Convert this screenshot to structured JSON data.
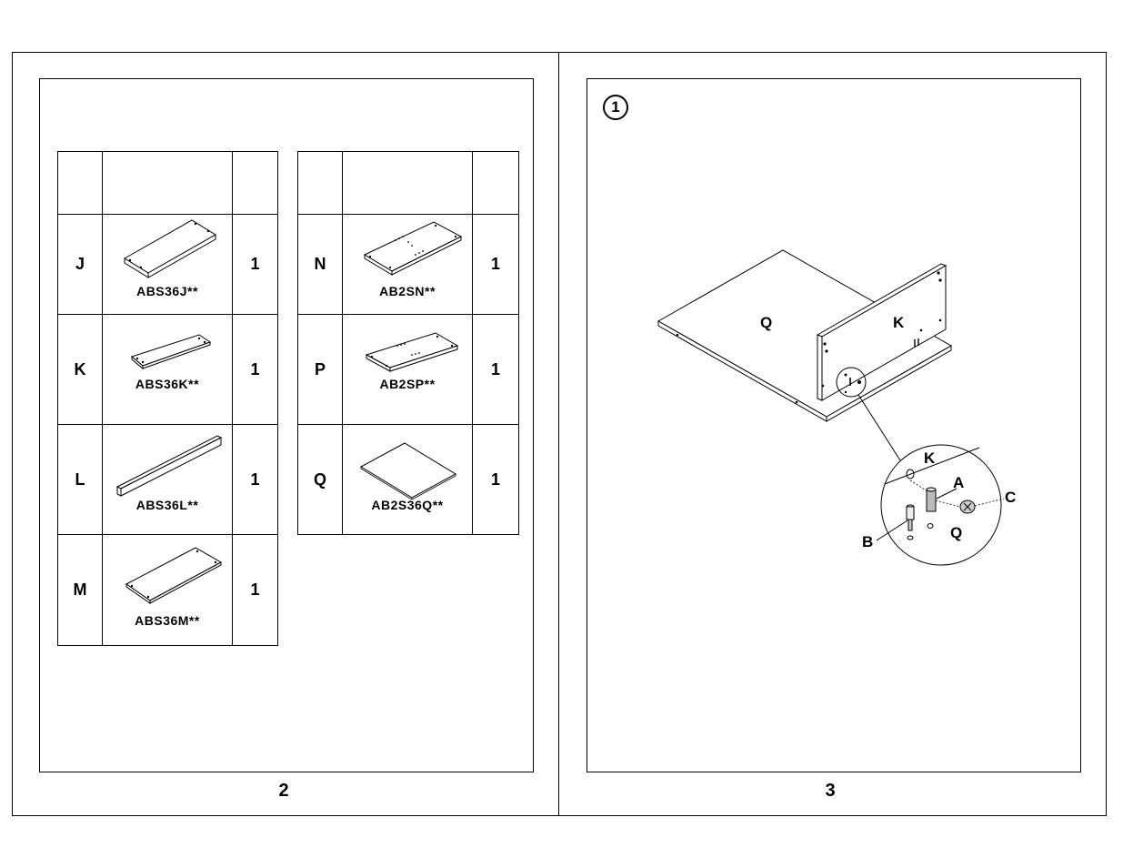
{
  "page_left": {
    "page_number": "2",
    "table1": {
      "rows": [
        {
          "letter": "J",
          "code": "ABS36J**",
          "qty": "1"
        },
        {
          "letter": "K",
          "code": "ABS36K**",
          "qty": "1"
        },
        {
          "letter": "L",
          "code": "ABS36L**",
          "qty": "1"
        },
        {
          "letter": "M",
          "code": "ABS36M**",
          "qty": "1"
        }
      ]
    },
    "table2": {
      "rows": [
        {
          "letter": "N",
          "code": "AB2SN**",
          "qty": "1"
        },
        {
          "letter": "P",
          "code": "AB2SP**",
          "qty": "1"
        },
        {
          "letter": "Q",
          "code": "AB2S36Q**",
          "qty": "1"
        }
      ]
    }
  },
  "page_right": {
    "page_number": "3",
    "step_number": "1",
    "labels": {
      "panel_q": "Q",
      "panel_k": "K",
      "detail_k": "K",
      "detail_a": "A",
      "detail_b": "B",
      "detail_c": "C",
      "detail_q": "Q"
    }
  }
}
